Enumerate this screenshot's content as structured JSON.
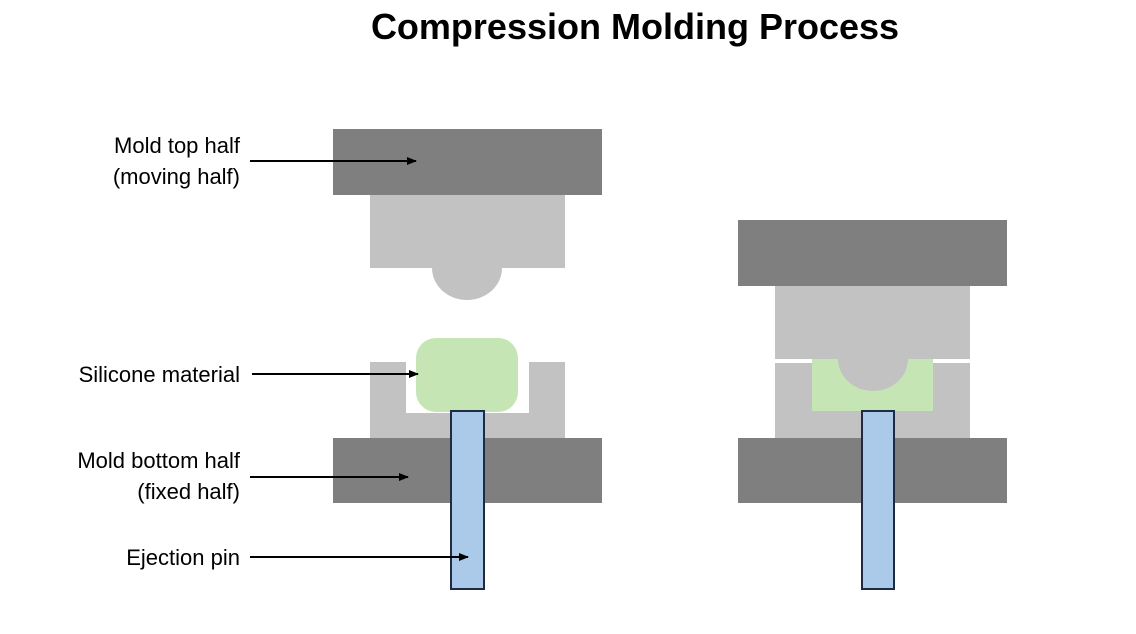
{
  "title": "Compression Molding Process",
  "labels": {
    "mold_top_line1": "Mold top half",
    "mold_top_line2": "(moving half)",
    "silicone": "Silicone material",
    "mold_bottom_line1": "Mold bottom half",
    "mold_bottom_line2": "(fixed half)",
    "ejection_pin": "Ejection pin"
  },
  "colors": {
    "plate": "#7f7f7f",
    "mold_body": "#c2c2c2",
    "silicone": "#c5e6b4",
    "pin_fill": "#abc9e8",
    "pin_stroke": "#1f2a44",
    "arrow": "#000000"
  }
}
